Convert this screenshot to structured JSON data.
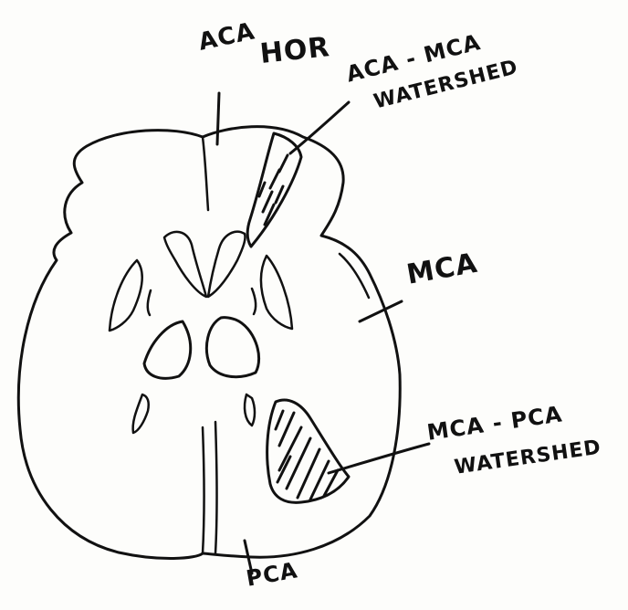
{
  "labels": {
    "aca": "ACA",
    "hor": "HOR",
    "aca_mca_title": "ACA - MCA",
    "aca_mca_sub": "WATERSHED",
    "mca": "MCA",
    "mca_pca_title": "MCA - PCA",
    "mca_pca_sub": "WATERSHED",
    "pca": "PCA"
  }
}
